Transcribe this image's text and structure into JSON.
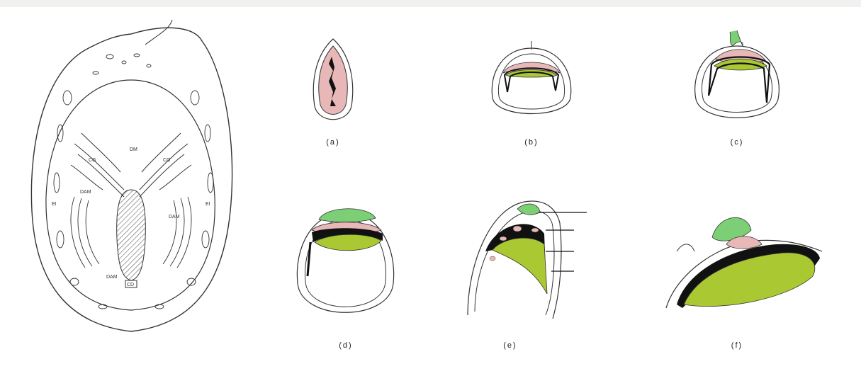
{
  "colors": {
    "pink": "#e8b8b8",
    "light_green": "#7ccf74",
    "olive_green": "#a9c832",
    "black": "#111111",
    "outline": "#333333"
  },
  "main_figure": {
    "tags": {
      "dm": "DM",
      "cg_left": "CG",
      "cg_right": "CG",
      "dam_left": "DAM",
      "dam_right": "DAM",
      "dam_bottom": "DAM",
      "ei_left": "EI",
      "ei_right": "EI",
      "cd": "CD"
    }
  },
  "panels": {
    "a": {
      "label": "(a)"
    },
    "b": {
      "label": "(b)"
    },
    "c": {
      "label": "(c)"
    },
    "d": {
      "label": "(d)"
    },
    "e": {
      "label": "(e)"
    },
    "f": {
      "label": "(f)"
    }
  }
}
